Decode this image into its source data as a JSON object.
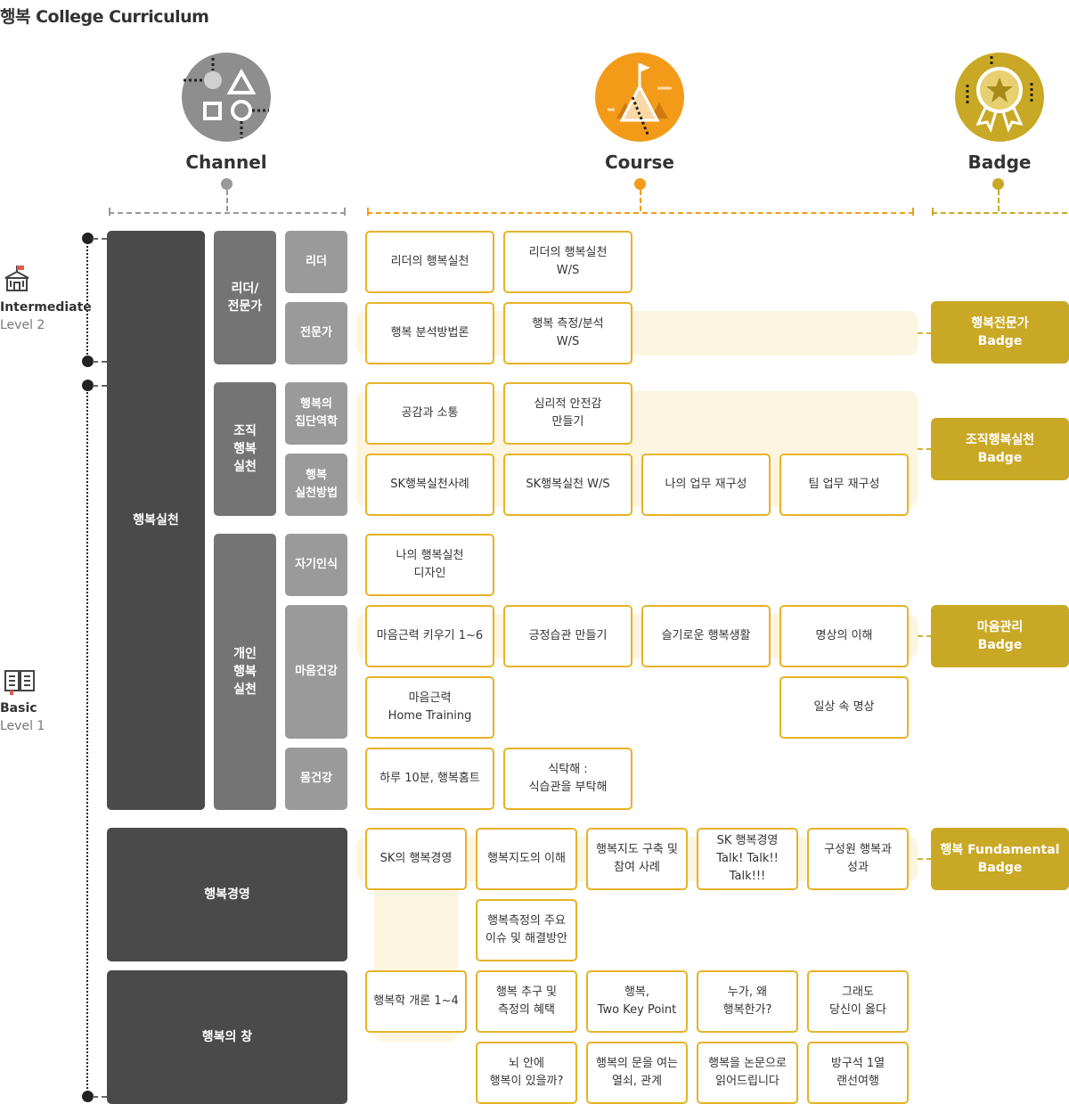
{
  "title": "행복 College Curriculum",
  "columns": {
    "channel": "Channel",
    "course": "Course",
    "badge": "Badge"
  },
  "icons": {
    "channel": "shapes-icon",
    "course": "mountain-flag-icon",
    "badge": "medal-star-icon"
  },
  "colors": {
    "channel": "#8e8e8e",
    "course": "#f39b19",
    "badge": "#c9a825",
    "course_border": "#e6b326",
    "band": "#fdf5df"
  },
  "levels": {
    "intermediate": {
      "name": "Intermediate",
      "level": "Level 2"
    },
    "basic": {
      "name": "Basic",
      "level": "Level 1"
    }
  },
  "channels": {
    "main_practice": "행복실천",
    "management": "행복경영",
    "window": "행복의 창",
    "leader_expert": "리더/\n전문가",
    "org_practice": "조직\n행복\n실천",
    "personal_practice": "개인\n행복\n실천",
    "leader": "리더",
    "expert": "전문가",
    "collective": "행복의\n집단역학",
    "method": "행복\n실천방법",
    "self_awareness": "자기인식",
    "mental_health": "마음건강",
    "body_health": "몸건강"
  },
  "courses": {
    "c1": "리더의 행복실천",
    "c2": "리더의 행복실천\nW/S",
    "c3": "행복 분석방법론",
    "c4": "행복 측정/분석\nW/S",
    "c5": "공감과 소통",
    "c6": "심리적 안전감\n만들기",
    "c7": "SK행복실천사례",
    "c8": "SK행복실천 W/S",
    "c9": "나의 업무 재구성",
    "c10": "팀 업무 재구성",
    "c11": "나의 행복실천\n디자인",
    "c12": "마음근력 키우기 1~6",
    "c13": "긍정습관 만들기",
    "c14": "슬기로운 행복생활",
    "c15": "명상의 이해",
    "c16": "마음근력\nHome Training",
    "c17": "일상 속 명상",
    "c18": "하루 10분, 행복홈트",
    "c19": "식탁해 :\n식습관을 부탁해",
    "c20": "SK의 행복경영",
    "c21": "행복지도의 이해",
    "c22": "행복지도 구축 및\n참여 사례",
    "c23": "SK 행복경영\nTalk! Talk!! Talk!!!",
    "c24": "구성원 행복과\n성과",
    "c25": "행복측정의 주요\n이슈 및 해결방안",
    "c26": "행복학 개론 1~4",
    "c27": "행복 추구 및\n측정의 혜택",
    "c28": "행복,\nTwo Key Point",
    "c29": "누가, 왜\n행복한가?",
    "c30": "그래도\n당신이 옳다",
    "c31": "뇌 안에\n행복이 있을까?",
    "c32": "행복의 문을 여는\n열쇠, 관계",
    "c33": "행복을 논문으로\n읽어드립니다",
    "c34": "방구석 1열\n랜선여행"
  },
  "badges": {
    "expert": "행복전문가\nBadge",
    "org": "조직행복실천\nBadge",
    "mind": "마음관리\nBadge",
    "fundamental": "행복 Fundamental\nBadge"
  }
}
